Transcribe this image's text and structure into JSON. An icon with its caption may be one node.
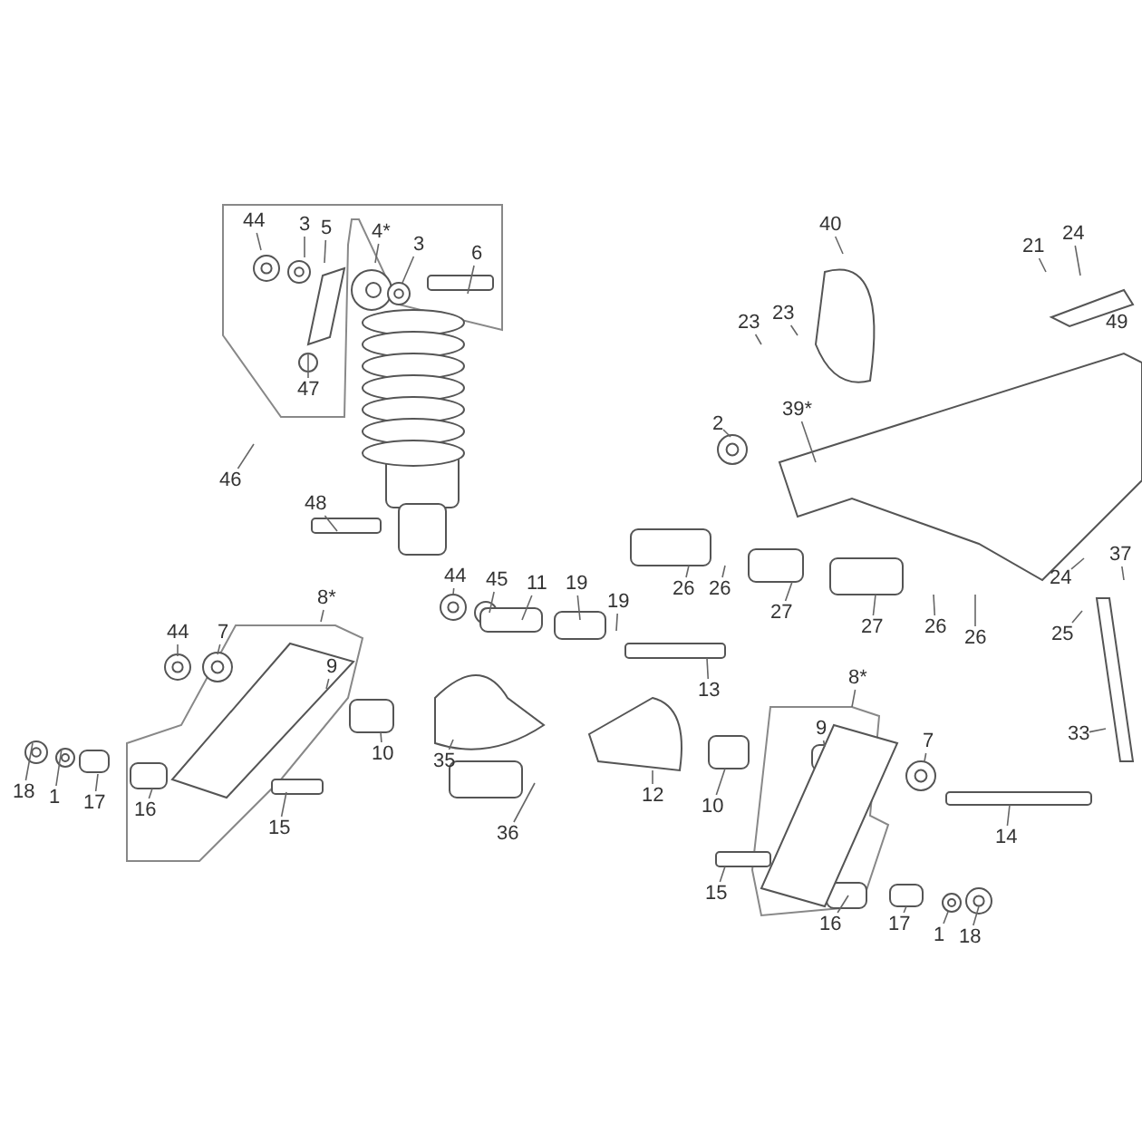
{
  "diagram": {
    "nodes": [
      {
        "text": [
          "44"
        ]
      },
      {
        "text": [
          "3"
        ]
      },
      {
        "text": [
          "5"
        ]
      },
      {
        "text": [
          "4*"
        ]
      },
      {
        "text": [
          "3"
        ]
      },
      {
        "text": [
          "6"
        ]
      },
      {
        "text": [
          "46"
        ]
      },
      {
        "text": [
          "47"
        ]
      },
      {
        "text": [
          "48"
        ]
      },
      {
        "text": [
          "40"
        ]
      },
      {
        "text": [
          "23"
        ]
      },
      {
        "text": [
          "23"
        ]
      },
      {
        "text": [
          "21"
        ]
      },
      {
        "text": [
          "24"
        ]
      },
      {
        "text": [
          "39*"
        ]
      },
      {
        "text": [
          "2"
        ]
      },
      {
        "text": [
          "26"
        ]
      },
      {
        "text": [
          "26"
        ]
      },
      {
        "text": [
          "27"
        ]
      },
      {
        "text": [
          "27"
        ]
      },
      {
        "text": [
          "26"
        ]
      },
      {
        "text": [
          "26"
        ]
      },
      {
        "text": [
          "24"
        ]
      },
      {
        "text": [
          "37"
        ]
      },
      {
        "text": [
          "25"
        ]
      },
      {
        "text": [
          "33"
        ]
      },
      {
        "text": [
          "8*"
        ]
      },
      {
        "text": [
          "44"
        ]
      },
      {
        "text": [
          "7"
        ]
      },
      {
        "text": [
          "9"
        ]
      },
      {
        "text": [
          "18"
        ]
      },
      {
        "text": [
          "1"
        ]
      },
      {
        "text": [
          "17"
        ]
      },
      {
        "text": [
          "16"
        ]
      },
      {
        "text": [
          "15"
        ]
      },
      {
        "text": [
          "10"
        ]
      },
      {
        "text": [
          "44"
        ]
      },
      {
        "text": [
          "45"
        ]
      },
      {
        "text": [
          "11"
        ]
      },
      {
        "text": [
          "19"
        ]
      },
      {
        "text": [
          "19"
        ]
      },
      {
        "text": [
          "13"
        ]
      },
      {
        "text": [
          "35"
        ]
      },
      {
        "text": [
          "36"
        ]
      },
      {
        "text": [
          "12"
        ]
      },
      {
        "text": [
          "10"
        ]
      },
      {
        "text": [
          "8*"
        ]
      },
      {
        "text": [
          "9"
        ]
      },
      {
        "text": [
          "7"
        ]
      },
      {
        "text": [
          "14"
        ]
      },
      {
        "text": [
          "15"
        ]
      },
      {
        "text": [
          "16"
        ]
      },
      {
        "text": [
          "17"
        ]
      },
      {
        "text": [
          "1"
        ]
      },
      {
        "text": [
          "18"
        ]
      }
    ],
    "edges": [
      {
        "from": 0,
        "to": null,
        "arrow": "none"
      },
      {
        "from": 1,
        "to": null,
        "arrow": "none"
      },
      {
        "from": 2,
        "to": null,
        "arrow": "none"
      },
      {
        "from": 3,
        "to": null,
        "arrow": "none"
      },
      {
        "from": 4,
        "to": null,
        "arrow": "none"
      },
      {
        "from": 5,
        "to": null,
        "arrow": "none"
      },
      {
        "from": 6,
        "to": null,
        "arrow": "none"
      },
      {
        "from": 7,
        "to": null,
        "arrow": "none"
      },
      {
        "from": 8,
        "to": null,
        "arrow": "none"
      },
      {
        "from": 9,
        "to": null,
        "arrow": "none"
      },
      {
        "from": 10,
        "to": null,
        "arrow": "none"
      },
      {
        "from": 11,
        "to": null,
        "arrow": "none"
      },
      {
        "from": 12,
        "to": null,
        "arrow": "none"
      },
      {
        "from": 13,
        "to": null,
        "arrow": "none"
      },
      {
        "from": 14,
        "to": null,
        "arrow": "none"
      },
      {
        "from": 15,
        "to": null,
        "arrow": "none"
      },
      {
        "from": 16,
        "to": null,
        "arrow": "none"
      },
      {
        "from": 17,
        "to": null,
        "arrow": "none"
      },
      {
        "from": 18,
        "to": null,
        "arrow": "none"
      },
      {
        "from": 19,
        "to": null,
        "arrow": "none"
      },
      {
        "from": 20,
        "to": null,
        "arrow": "none"
      },
      {
        "from": 21,
        "to": null,
        "arrow": "none"
      },
      {
        "from": 22,
        "to": null,
        "arrow": "none"
      },
      {
        "from": 23,
        "to": null,
        "arrow": "none"
      },
      {
        "from": 24,
        "to": null,
        "arrow": "none"
      },
      {
        "from": 25,
        "to": null,
        "arrow": "none"
      },
      {
        "from": 26,
        "to": null,
        "arrow": "none"
      },
      {
        "from": 27,
        "to": null,
        "arrow": "none"
      },
      {
        "from": 28,
        "to": null,
        "arrow": "none"
      },
      {
        "from": 29,
        "to": null,
        "arrow": "none"
      },
      {
        "from": 30,
        "to": null,
        "arrow": "none"
      },
      {
        "from": 31,
        "to": null,
        "arrow": "none"
      },
      {
        "from": 32,
        "to": null,
        "arrow": "none"
      },
      {
        "from": 33,
        "to": null,
        "arrow": "none"
      },
      {
        "from": 34,
        "to": null,
        "arrow": "none"
      },
      {
        "from": 35,
        "to": null,
        "arrow": "none"
      },
      {
        "from": 36,
        "to": null,
        "arrow": "none"
      },
      {
        "from": 37,
        "to": null,
        "arrow": "none"
      },
      {
        "from": 38,
        "to": null,
        "arrow": "none"
      },
      {
        "from": 39,
        "to": null,
        "arrow": "none"
      },
      {
        "from": 40,
        "to": null,
        "arrow": "none"
      },
      {
        "from": 41,
        "to": null,
        "arrow": "none"
      },
      {
        "from": 42,
        "to": null,
        "arrow": "none"
      },
      {
        "from": 43,
        "to": null,
        "arrow": "none"
      },
      {
        "from": 44,
        "to": null,
        "arrow": "none"
      },
      {
        "from": 45,
        "to": null,
        "arrow": "none"
      },
      {
        "from": 46,
        "to": null,
        "arrow": "none"
      },
      {
        "from": 47,
        "to": null,
        "arrow": "none"
      },
      {
        "from": 48,
        "to": null,
        "arrow": "none"
      },
      {
        "from": 49,
        "to": null,
        "arrow": "none"
      },
      {
        "from": 50,
        "to": null,
        "arrow": "none"
      },
      {
        "from": 51,
        "to": null,
        "arrow": "none"
      },
      {
        "from": 52,
        "to": null,
        "arrow": "none"
      },
      {
        "from": 53,
        "to": null,
        "arrow": "none"
      },
      {
        "from": 54,
        "to": null,
        "arrow": "none"
      }
    ],
    "labels": [
      "49"
    ]
  }
}
